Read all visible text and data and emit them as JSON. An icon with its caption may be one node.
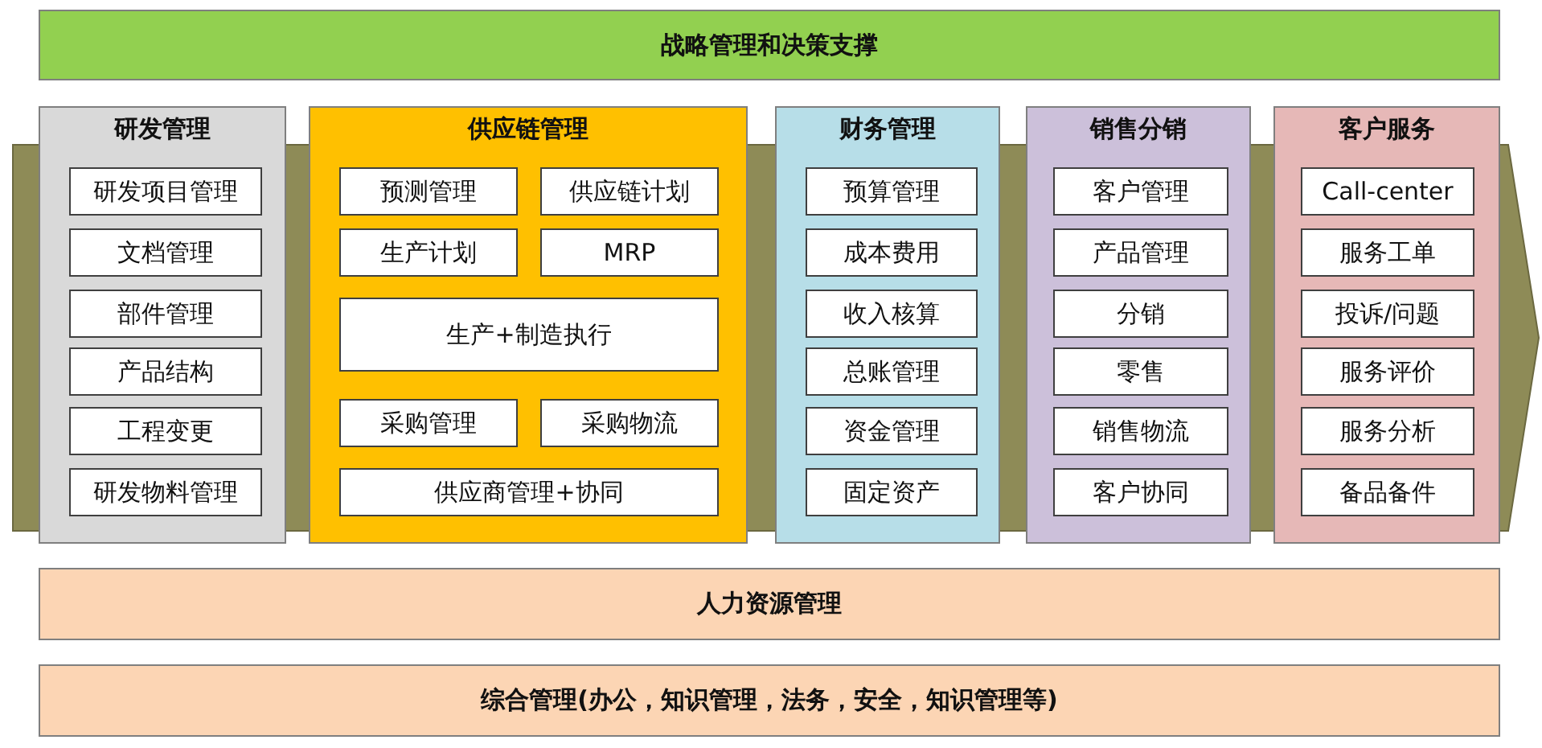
{
  "diagram": {
    "nodes": [
      {
        "text": [
          "战略管理和决策支撑"
        ]
      },
      {
        "text": [
          "研发管理"
        ]
      },
      {
        "text": [
          "研发项目管理"
        ],
        "in": 1
      },
      {
        "text": [
          "文档管理"
        ],
        "in": 1
      },
      {
        "text": [
          "部件管理"
        ],
        "in": 1
      },
      {
        "text": [
          "产品结构"
        ],
        "in": 1
      },
      {
        "text": [
          "工程变更"
        ],
        "in": 1
      },
      {
        "text": [
          "研发物料管理"
        ],
        "in": 1
      },
      {
        "text": [
          "供应链管理"
        ]
      },
      {
        "text": [
          "预测管理"
        ],
        "in": 8
      },
      {
        "text": [
          "供应链计划"
        ],
        "in": 8
      },
      {
        "text": [
          "生产计划"
        ],
        "in": 8
      },
      {
        "text": [
          "MRP"
        ],
        "in": 8
      },
      {
        "text": [
          "生产+制造执行"
        ],
        "in": 8
      },
      {
        "text": [
          "采购管理"
        ],
        "in": 8
      },
      {
        "text": [
          "采购物流"
        ],
        "in": 8
      },
      {
        "text": [
          "供应商管理+协同"
        ],
        "in": 8
      },
      {
        "text": [
          "财务管理"
        ]
      },
      {
        "text": [
          "预算管理"
        ],
        "in": 17
      },
      {
        "text": [
          "成本费用"
        ],
        "in": 17
      },
      {
        "text": [
          "收入核算"
        ],
        "in": 17
      },
      {
        "text": [
          "总账管理"
        ],
        "in": 17
      },
      {
        "text": [
          "资金管理"
        ],
        "in": 17
      },
      {
        "text": [
          "固定资产"
        ],
        "in": 17
      },
      {
        "text": [
          "销售分销"
        ]
      },
      {
        "text": [
          "客户管理"
        ],
        "in": 24
      },
      {
        "text": [
          "产品管理"
        ],
        "in": 24
      },
      {
        "text": [
          "分销"
        ],
        "in": 24
      },
      {
        "text": [
          "零售"
        ],
        "in": 24
      },
      {
        "text": [
          "销售物流"
        ],
        "in": 24
      },
      {
        "text": [
          "客户协同"
        ],
        "in": 24
      },
      {
        "text": [
          "客户服务"
        ]
      },
      {
        "text": [
          "Call-center"
        ],
        "in": 31
      },
      {
        "text": [
          "服务工单"
        ],
        "in": 31
      },
      {
        "text": [
          "投诉/问题"
        ],
        "in": 31
      },
      {
        "text": [
          "服务评价"
        ],
        "in": 31
      },
      {
        "text": [
          "服务分析"
        ],
        "in": 31
      },
      {
        "text": [
          "备品备件"
        ],
        "in": 31
      },
      {
        "text": [
          "人力资源管理"
        ]
      },
      {
        "text": [
          "综合管理(办公，知识管理，法务，安全，知识管理等)"
        ]
      }
    ]
  }
}
